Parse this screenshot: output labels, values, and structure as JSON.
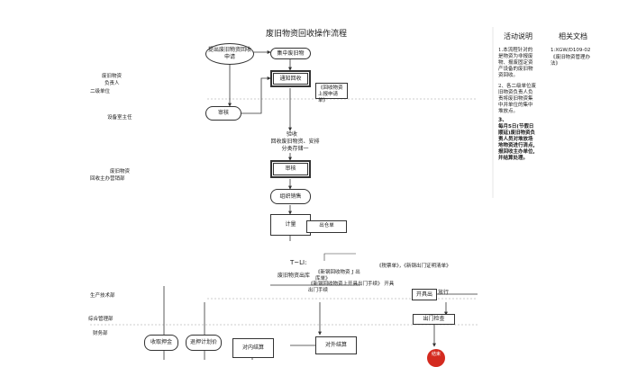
{
  "title": "废旧物资回收操作流程",
  "header": {
    "activity": "活动说明",
    "docs": "相关文档"
  },
  "lanes": {
    "l1": "废旧物资",
    "l2": "负责人",
    "l3": "二级单位",
    "l4": "设备室主任",
    "l5": "废旧物资",
    "l6": "回收主办营销部",
    "l7": "生产技术部",
    "l8": "综合管理部",
    "l9": "财务部"
  },
  "shapes": {
    "apply": "提出废旧物资回收申请",
    "fill_form": "集中废旧物",
    "notify": "通知回收",
    "form_note": "《回收物资上报申请单》",
    "review": "审核",
    "check_label": "验收",
    "check_detail": "回收废旧物资、安排分类存储一",
    "review2": "审核",
    "organize_sale": "组织销售",
    "measure": "计量",
    "out_note": "出仓单",
    "t_mark": "T~LI:",
    "storage": "废旧物资出库",
    "storage_note": "《新钢回收物资 J 出库单》",
    "approve_note": "《新钢回收物资上开具出门手续》 开具出门手续",
    "tax_note": "《税票单》，《新钢出门证明清单》",
    "open_out": "开具出",
    "gate": "放行",
    "out_check": "出门检查",
    "collect_deposit": "收取押金",
    "return_deposit": "退押计划价",
    "internal_settle": "对内结算",
    "external_settle": "对外结算",
    "end": "结束"
  },
  "activity": {
    "p1": "1.本流程针对的是物资为非报废物、报废固定资产设备的废旧物资回收。",
    "p2": "2、各二级单位废旧物资负责人负责将废旧物资集中并单位的集中堆放点。",
    "p3_num": "3、",
    "p3": "每月5日(节假日顺延)废旧物资负责人员对堆放场地物资进行清点,报回收主办单位,并结算处理。"
  },
  "docs": {
    "code": "1:XGW/D109-02",
    "name": "《废旧物资管理办法》"
  }
}
